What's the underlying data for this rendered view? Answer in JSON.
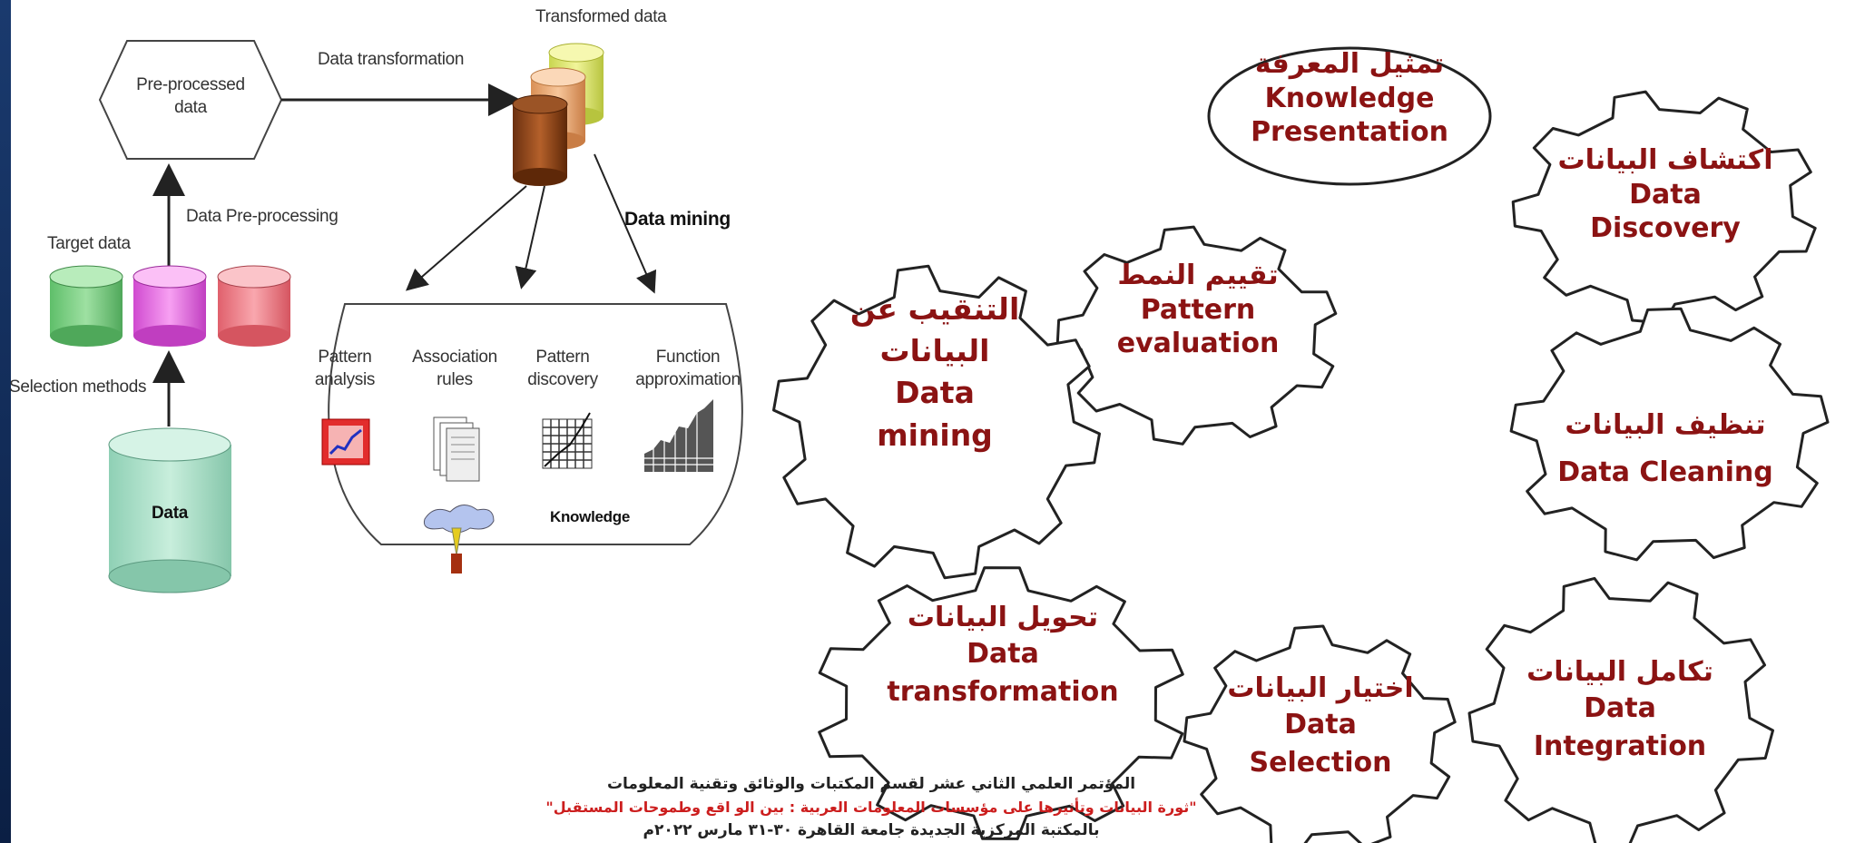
{
  "left_diagram": {
    "preprocessed": "Pre-processed\ndata",
    "data_transformation": "Data transformation",
    "transformed_data": "Transformed data",
    "data_preprocessing": "Data Pre-processing",
    "target_data": "Target data",
    "selection_methods": "Selection methods",
    "data": "Data",
    "data_mining": "Data mining",
    "knowledge": "Knowledge",
    "methods": [
      {
        "label": "Pattern\nanalysis"
      },
      {
        "label": "Association\nrules"
      },
      {
        "label": "Pattern\ndiscovery"
      },
      {
        "label": "Function\napproximation"
      }
    ]
  },
  "ellipse": {
    "ar": "تمثيل المعرفة",
    "en1": "Knowledge",
    "en2": "Presentation"
  },
  "gears": [
    {
      "ar": "اكتشاف البيانات",
      "en": "Data\nDiscovery"
    },
    {
      "ar": "تنظيف البيانات",
      "en": "Data Cleaning"
    },
    {
      "ar": "تقييم النمط",
      "en": "Pattern\nevaluation"
    },
    {
      "ar": "التنقيب عن\nالبيانات",
      "en": "Data\nmining"
    },
    {
      "ar": "تحويل البيانات",
      "en": "Data\ntransformation"
    },
    {
      "ar": "اختيار البيانات",
      "en": "Data\nSelection"
    },
    {
      "ar": "تكامل البيانات",
      "en": "Data\nIntegration"
    }
  ],
  "footer": {
    "line1": "المؤتمر العلمي الثاني عشر لقسم المكتبات والوثائق وتقنية المعلومات",
    "line2": "\"ثورة البيانات وتأثيرها على مؤسسات المعلومات العربية : بين الو اقع وطموحات المستقبل\"",
    "line3": "بالمكتبة المركزية الجديدة جامعة القاهرة ٣٠-٣١ مارس ٢٠٢٢م"
  }
}
